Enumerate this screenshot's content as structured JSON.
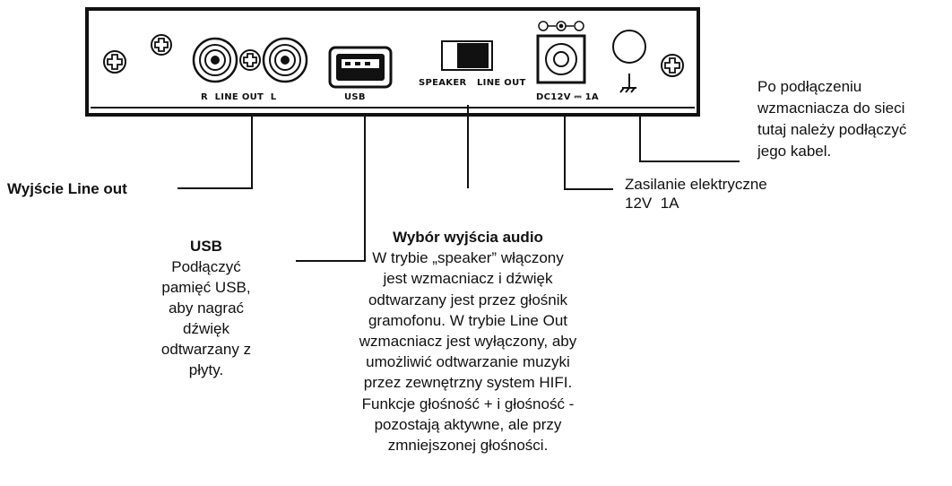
{
  "panel": {
    "line_out_label": "R  LINE OUT  L",
    "usb_label": "USB",
    "speaker_label": "SPEAKER",
    "switch_line_out_label": "LINE OUT",
    "dc_label": "DC12V ⎓ 1A"
  },
  "callouts": {
    "line_out": "Wyjście Line out",
    "usb_title": "USB",
    "usb_desc": [
      "Podłączyć",
      "pamięć USB,",
      "aby nagrać",
      "dźwięk",
      "odtwarzany z",
      "płyty."
    ],
    "audio_title": "Wybór wyjścia audio",
    "audio_desc": [
      "W trybie „speaker” włączony",
      "jest wzmacniacz i dźwięk",
      "odtwarzany jest przez głośnik",
      "gramofonu. W trybie Line Out",
      "wzmacniacz jest wyłączony, aby",
      "umożliwić odtwarzanie muzyki",
      "przez zewnętrzny system HIFI.",
      "Funkcje głośność + i głośność -",
      "pozostają aktywne, ale przy",
      "zmniejszonej głośności."
    ],
    "power_title": "Zasilanie elektryczne",
    "power_value": "12V  1A",
    "ground_desc": [
      "Po podłączeniu",
      "wzmacniacza do sieci",
      "tutaj należy podłączyć",
      "jego kabel."
    ]
  },
  "icons": [
    "screw-icon",
    "rca-jack-icon",
    "usb-port-icon",
    "slide-switch-icon",
    "dc-jack-icon",
    "polarity-icon",
    "ground-icon"
  ]
}
